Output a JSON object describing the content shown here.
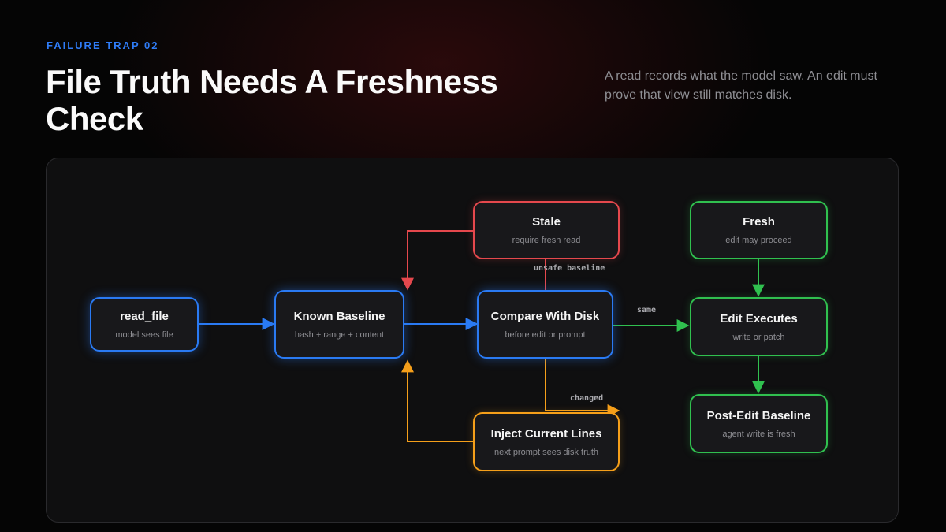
{
  "header": {
    "eyebrow": "FAILURE TRAP 02",
    "title": "File Truth Needs A Freshness Check",
    "subtitle": "A read records what the model saw. An edit must prove that view still matches disk."
  },
  "nodes": {
    "read_file": {
      "title": "read_file",
      "sub": "model sees file",
      "color": "#2a7af3"
    },
    "known_baseline": {
      "title": "Known Baseline",
      "sub": "hash + range + content",
      "color": "#2a7af3"
    },
    "compare_with_disk": {
      "title": "Compare With Disk",
      "sub": "before edit or prompt",
      "color": "#2a7af3"
    },
    "stale": {
      "title": "Stale",
      "sub": "require fresh read",
      "color": "#e5484d"
    },
    "inject_current_lines": {
      "title": "Inject Current Lines",
      "sub": "next prompt sees disk truth",
      "color": "#f59f1a"
    },
    "fresh": {
      "title": "Fresh",
      "sub": "edit may proceed",
      "color": "#30c04f"
    },
    "edit_executes": {
      "title": "Edit Executes",
      "sub": "write or patch",
      "color": "#30c04f"
    },
    "post_edit_baseline": {
      "title": "Post-Edit Baseline",
      "sub": "agent write is fresh",
      "color": "#30c04f"
    }
  },
  "edge_labels": {
    "unsafe": "unsafe baseline",
    "same": "same",
    "changed": "changed"
  }
}
